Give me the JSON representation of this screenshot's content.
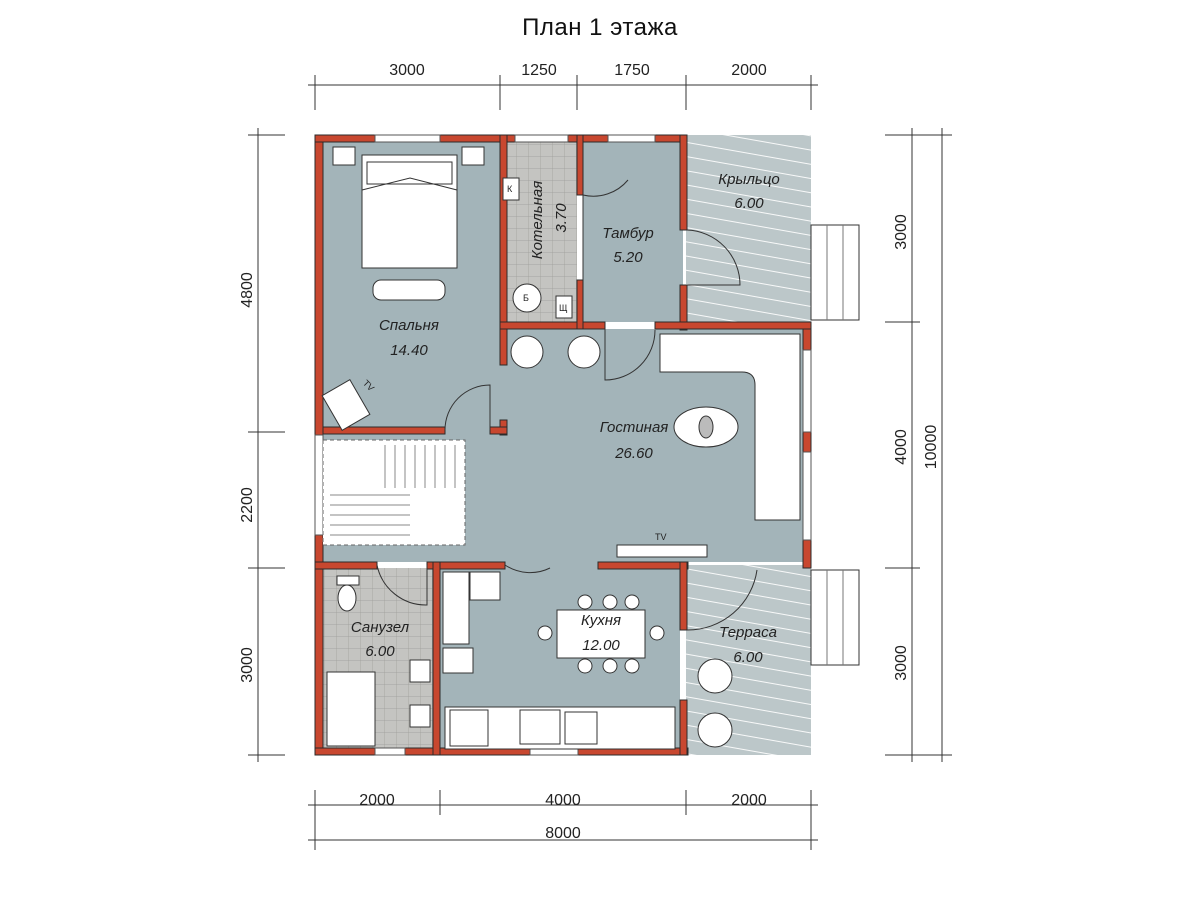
{
  "title": "План 1 этажа",
  "colors": {
    "wall": "#c8472f",
    "floor": "#a3b4b9",
    "tile": "#c2c2bf",
    "deck": "#b9c4c6",
    "furniture": "#ffffff",
    "line": "#333333"
  },
  "dimensions": {
    "top": [
      "3000",
      "1250",
      "1750",
      "2000"
    ],
    "bottom": [
      "2000",
      "4000",
      "2000"
    ],
    "bottom_total": "8000",
    "left": [
      "4800",
      "2200",
      "3000"
    ],
    "right": [
      "3000",
      "4000",
      "3000"
    ],
    "right_total": "10000"
  },
  "rooms": [
    {
      "name": "Спальня",
      "area": "14.40"
    },
    {
      "name": "Котельная",
      "area": "3.70"
    },
    {
      "name": "Тамбур",
      "area": "5.20"
    },
    {
      "name": "Крыльцо",
      "area": "6.00"
    },
    {
      "name": "Гостиная",
      "area": "26.60"
    },
    {
      "name": "Санузел",
      "area": "6.00"
    },
    {
      "name": "Кухня",
      "area": "12.00"
    },
    {
      "name": "Терраса",
      "area": "6.00"
    }
  ],
  "symbols": {
    "k": "К",
    "b": "Б",
    "shch": "Щ",
    "tv": "TV"
  }
}
